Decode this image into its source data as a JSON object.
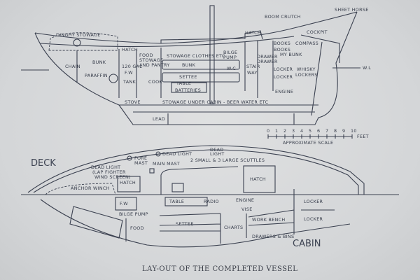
{
  "title": "LAY-OUT OF THE COMPLETED VESSEL",
  "profile": {
    "labels": [
      "DINGHY STOWAGE",
      "HATCH",
      "CHAIN",
      "BUNK",
      "PARAFFIN",
      "120 GAL",
      "F.W",
      "TANK",
      "FOOD",
      "STOWAGE",
      "AND PANTRY",
      "COOK",
      "STOWAGE CLOTHES ETC",
      "BUNK",
      "SETTEE",
      "TABLE",
      "BATTERIES",
      "STOVE",
      "STOWAGE UNDER CABIN - BEER WATER ETC",
      "LEAD",
      "HATCH",
      "BOOM CRUTCH",
      "SHEET HORSE",
      "COCKPIT",
      "BOOKS",
      "COMPASS",
      "BOOKS",
      "MY BUNK",
      "BILGE",
      "PUMP",
      "DRAWER",
      "DRAWER",
      "W.C",
      "STAIR",
      "WAY",
      "LOCKER",
      "LOCKER",
      "WHISKY",
      "LOCKERS",
      "ENGINE",
      "W.L"
    ]
  },
  "scale": {
    "ticks": [
      "0",
      "1",
      "2",
      "3",
      "4",
      "5",
      "6",
      "7",
      "8",
      "9",
      "10"
    ],
    "unit": "FEET",
    "caption": "APPROXIMATE SCALE"
  },
  "plan": {
    "deck_label": "DECK",
    "cabin_label": "CABIN",
    "labels": [
      "DEAD LIGHT",
      "(LAP FIGHTER",
      "WIND SCREEN)",
      "FORE",
      "MAST",
      "DEAD LIGHT",
      "MAIN MAST",
      "DEAD-",
      "LIGHT",
      "2 SMALL & 3 LARGE SCUTTLES",
      "HATCH",
      "ANCHOR WINCH",
      "HATCH",
      "F.W",
      "TABLE",
      "RADIO",
      "ENGINE",
      "VISE",
      "LOCKER",
      "LOCKER",
      "BILGE PUMP",
      "FOOD",
      "SETTEE",
      "CHARTS",
      "WORK BENCH",
      "DRAWERS & BINS"
    ]
  },
  "colors": {
    "paper": "#d6d8da",
    "ink": "#3b4150"
  }
}
